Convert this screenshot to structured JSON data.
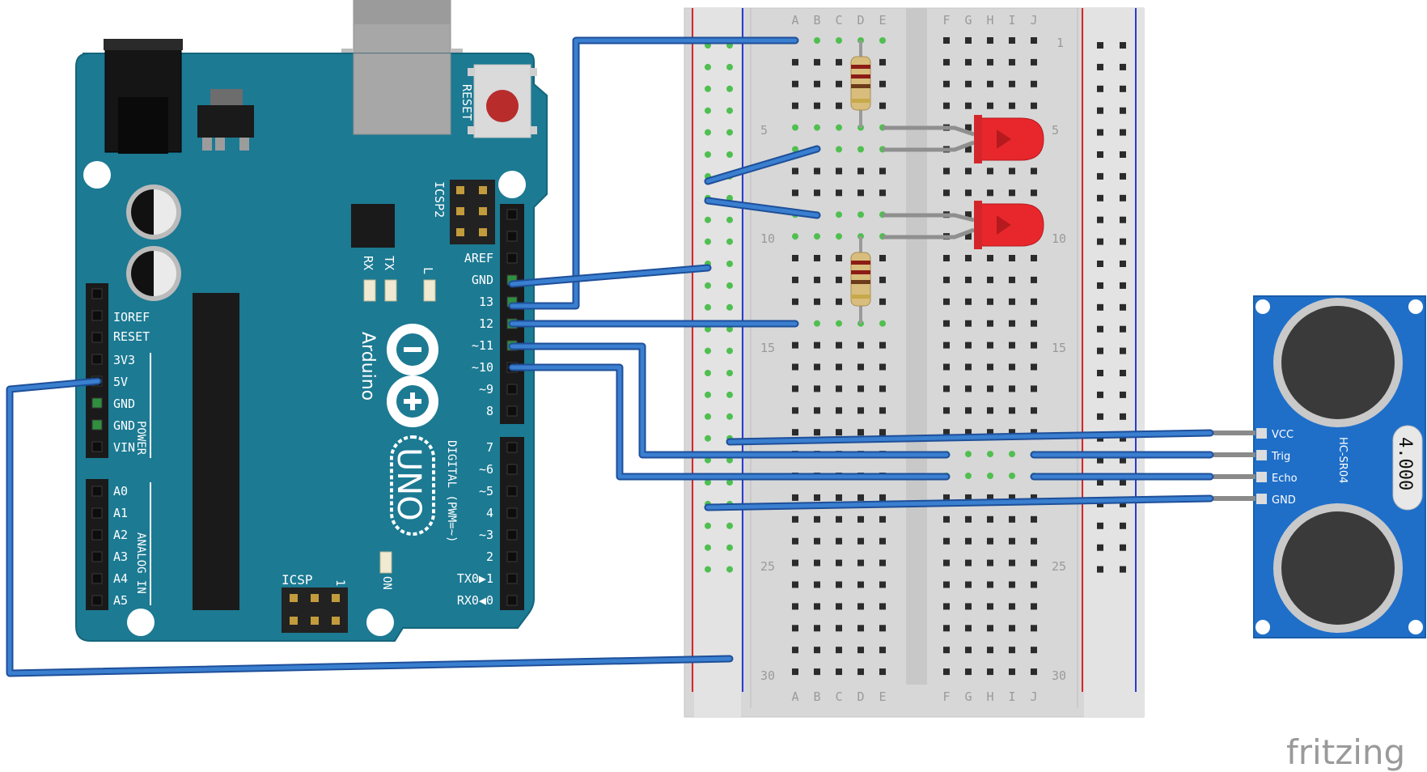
{
  "arduino": {
    "brand": "Arduino",
    "model": "UNO",
    "reset_label": "RESET",
    "icsp_label": "ICSP",
    "icsp2_label": "ICSP2",
    "icsp_pin1": "1",
    "on_label": "ON",
    "led_l_label": "L",
    "led_tx_label": "TX",
    "led_rx_label": "RX",
    "digital_label": "DIGITAL (PWM=~)",
    "power_label": "POWER",
    "analog_label": "ANALOG IN",
    "digital_pins_top": [
      "AREF",
      "GND",
      "13",
      "12",
      "~11",
      "~10",
      "~9",
      "8"
    ],
    "digital_pins_bottom": [
      "7",
      "~6",
      "~5",
      "4",
      "~3",
      "2",
      "TX0▶1",
      "RX0◀0"
    ],
    "power_pins": [
      "IOREF",
      "RESET",
      "3V3",
      "5V",
      "GND",
      "GND",
      "VIN"
    ],
    "analog_pins": [
      "A0",
      "A1",
      "A2",
      "A3",
      "A4",
      "A5"
    ]
  },
  "breadboard": {
    "columns_left": [
      "A",
      "B",
      "C",
      "D",
      "E"
    ],
    "columns_right": [
      "F",
      "G",
      "H",
      "I",
      "J"
    ],
    "row_markers": [
      "1",
      "5",
      "10",
      "15",
      "25",
      "30"
    ]
  },
  "sensor": {
    "model": "HC-SR04",
    "crystal_label": "4.000",
    "pins": [
      "VCC",
      "Trig",
      "Echo",
      "GND"
    ]
  },
  "watermark": "fritzing",
  "colors": {
    "board_teal": "#1c7a93",
    "wire_blue": "#3a7fd0",
    "sensor_blue": "#1f6fc9",
    "led_red": "#e8272c",
    "breadboard_grey": "#dcdcdc"
  }
}
